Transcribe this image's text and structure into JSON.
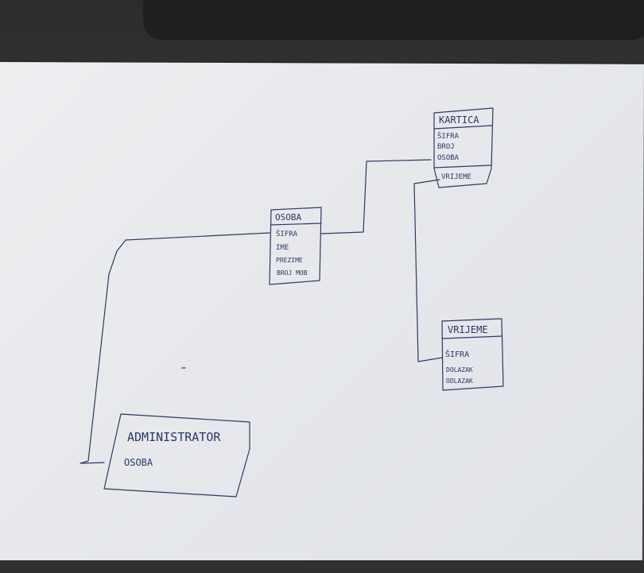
{
  "diagram": {
    "entities": [
      {
        "id": "kartica",
        "title": "KARTICA",
        "fields": [
          "ŠIFRA",
          "BROJ",
          "OSOBA",
          "VRIJEME"
        ]
      },
      {
        "id": "osoba",
        "title": "OSOBA",
        "fields": [
          "ŠIFRA",
          "IME",
          "PREZIME",
          "BROJ MOB"
        ]
      },
      {
        "id": "vrijeme",
        "title": "VRIJEME",
        "fields": [
          "ŠIFRA",
          "DOLAZAK",
          "ODLAZAK"
        ]
      },
      {
        "id": "administrator",
        "title": "ADMINISTRATOR",
        "fields": [
          "OSOBA"
        ]
      }
    ],
    "relations": [
      {
        "from": "osoba.ŠIFRA",
        "to": "kartica.OSOBA"
      },
      {
        "from": "vrijeme.ŠIFRA",
        "to": "kartica.VRIJEME"
      },
      {
        "from": "osoba.ŠIFRA",
        "to": "administrator.OSOBA"
      }
    ]
  },
  "colors": {
    "ink": "#2b3766",
    "paper": "#e6e8ec",
    "background": "#3a3b3d"
  }
}
